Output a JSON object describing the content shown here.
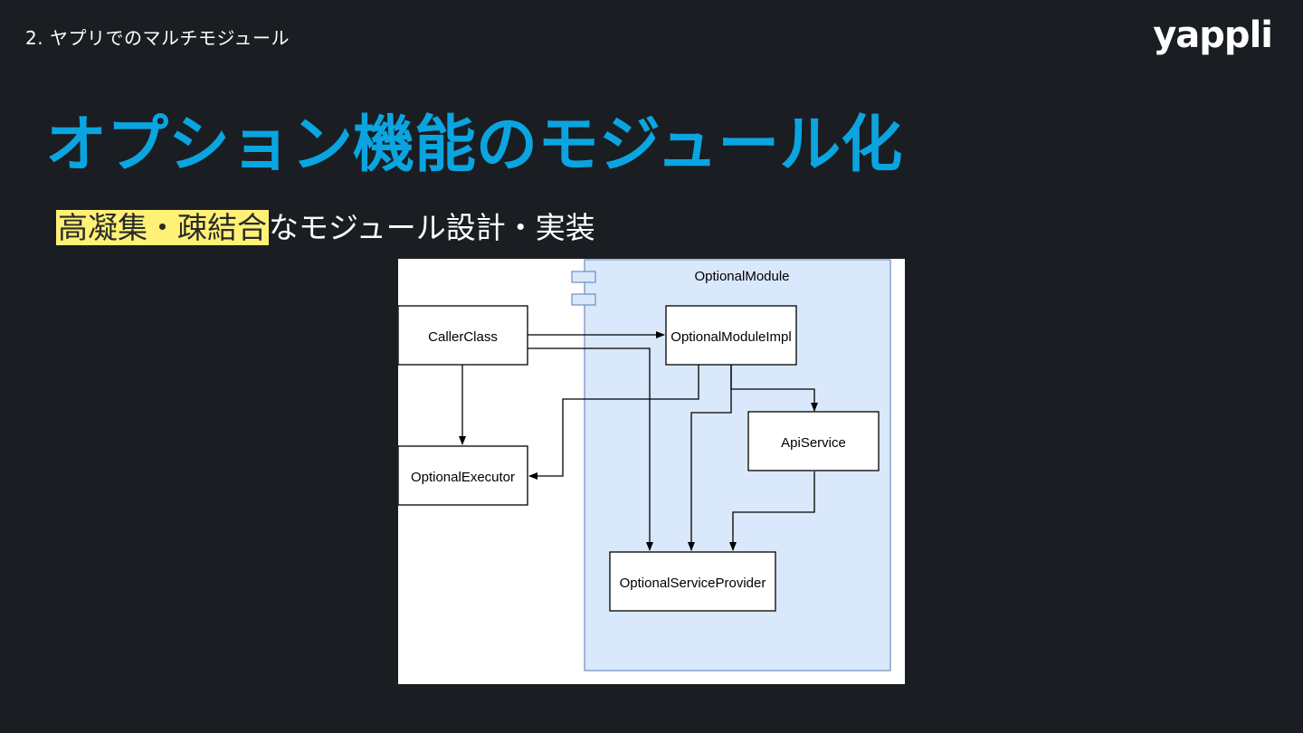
{
  "header": {
    "section_label": "2. ヤプリでのマルチモジュール",
    "logo_text": "yappli"
  },
  "title": "オプション機能のモジュール化",
  "subtitle": {
    "highlighted": "高凝集・疎結合",
    "rest": "なモジュール設計・実装"
  },
  "diagram": {
    "module_label": "OptionalModule",
    "nodes": {
      "caller": "CallerClass",
      "impl": "OptionalModuleImpl",
      "api": "ApiService",
      "executor": "OptionalExecutor",
      "provider": "OptionalServiceProvider"
    },
    "colors": {
      "module_fill": "#dae8fc",
      "module_stroke": "#6c8ebf",
      "accent_title": "#0aa5e0",
      "highlight": "#fff176"
    }
  }
}
